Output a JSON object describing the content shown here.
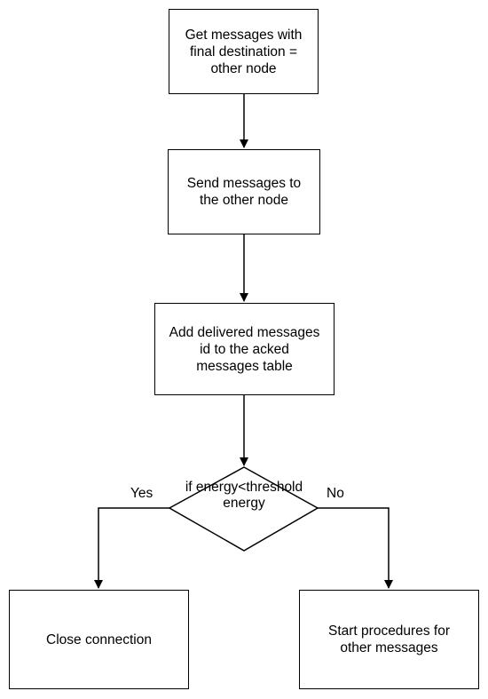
{
  "nodes": {
    "get_messages": {
      "text": "Get messages with final destination = other node"
    },
    "send_messages": {
      "text": "Send messages to the other node"
    },
    "add_delivered": {
      "text": "Add delivered messages id to the acked messages table"
    },
    "decision": {
      "text": "if energy<threshold energy"
    },
    "close_connection": {
      "text": "Close connection"
    },
    "start_procedures": {
      "text": "Start procedures for other messages"
    }
  },
  "edges": {
    "yes_label": "Yes",
    "no_label": "No"
  },
  "colors": {
    "stroke": "#000000",
    "fill": "#ffffff",
    "text": "#000000"
  }
}
